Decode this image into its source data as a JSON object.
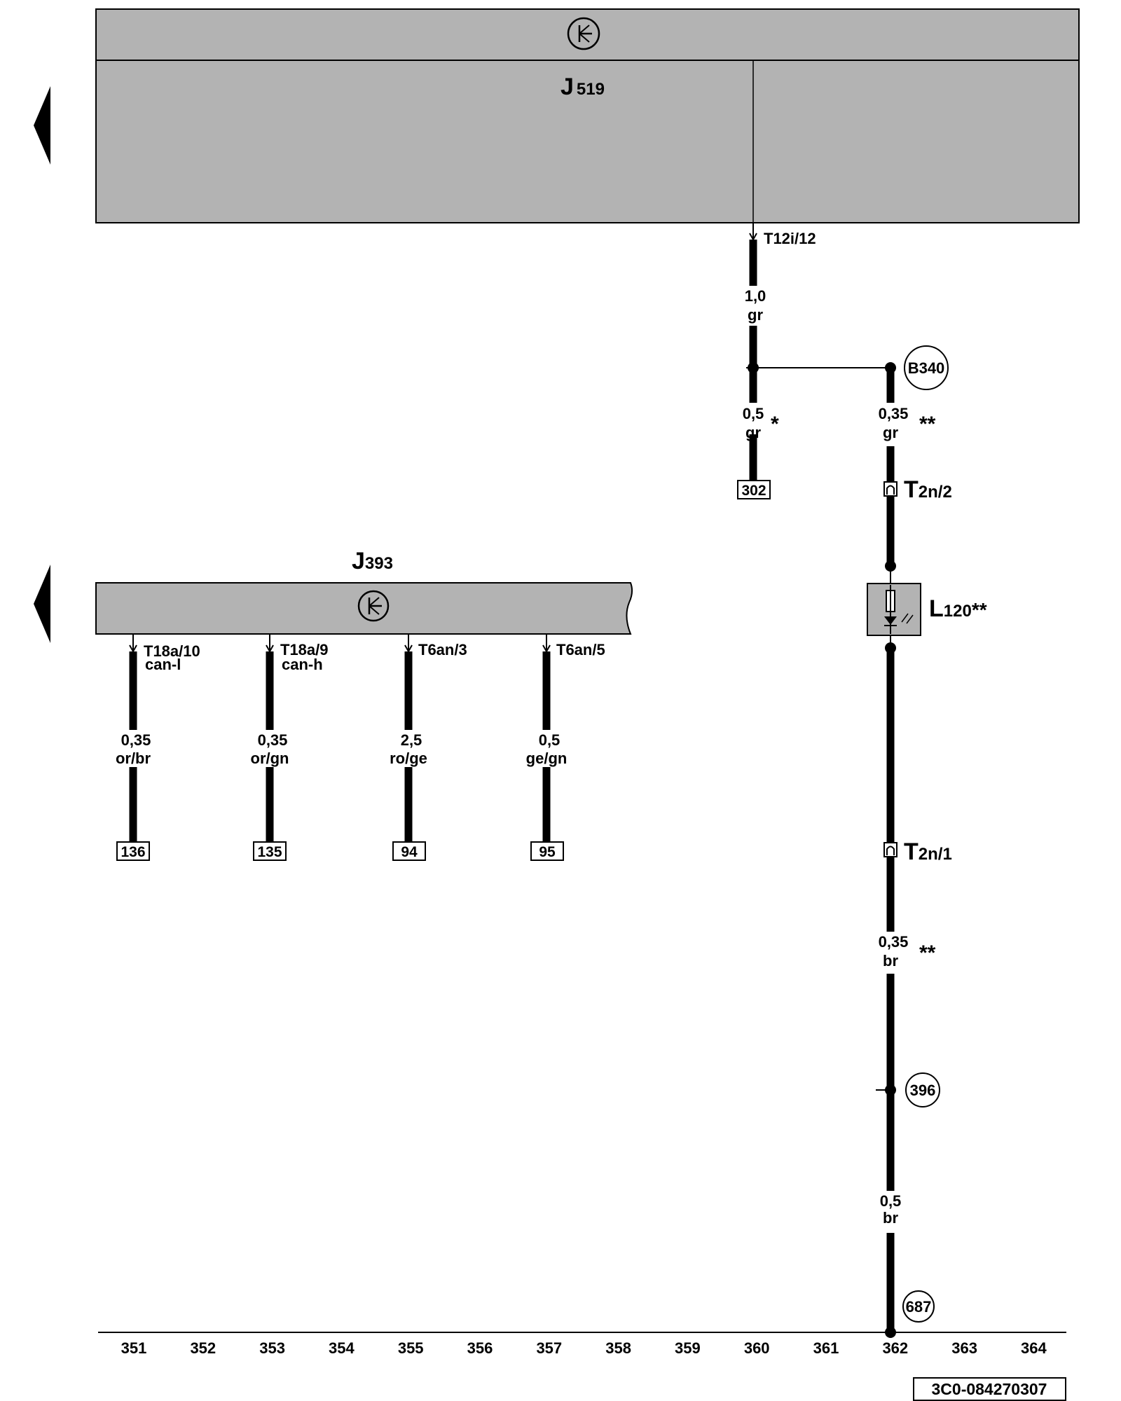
{
  "doc_id": "3C0-084270307",
  "components": {
    "j519": {
      "letter": "J",
      "number": "519",
      "connector": "T12i/12"
    },
    "j393": {
      "letter": "J",
      "number": "393"
    },
    "l120": {
      "letter": "L",
      "number": "120",
      "suffix": "**"
    }
  },
  "connectors": {
    "t2n2": {
      "letter": "T",
      "number": "2n/2"
    },
    "t2n1": {
      "letter": "T",
      "number": "2n/1"
    }
  },
  "wires": {
    "w_main": {
      "size": "1,0",
      "color": "gr"
    },
    "w_302": {
      "size": "0,5",
      "color": "gr",
      "mark": "*"
    },
    "w_b340": {
      "size": "0,35",
      "color": "gr",
      "mark": "**"
    },
    "w_br1": {
      "size": "0,35",
      "color": "br",
      "mark": "**"
    },
    "w_br2": {
      "size": "0,5",
      "color": "br"
    }
  },
  "can_wires": [
    {
      "pin": "T18a/10",
      "signal": "can-l",
      "size": "0,35",
      "color": "or/br",
      "ref": "136"
    },
    {
      "pin": "T18a/9",
      "signal": "can-h",
      "size": "0,35",
      "color": "or/gn",
      "ref": "135"
    },
    {
      "pin": "T6an/3",
      "signal": "",
      "size": "2,5",
      "color": "ro/ge",
      "ref": "94"
    },
    {
      "pin": "T6an/5",
      "signal": "",
      "size": "0,5",
      "color": "ge/gn",
      "ref": "95"
    }
  ],
  "refs": {
    "r302": "302"
  },
  "circle_refs": {
    "b340": "B340",
    "c396": "396",
    "c687": "687"
  },
  "bottom_scale": [
    "351",
    "352",
    "353",
    "354",
    "355",
    "356",
    "357",
    "358",
    "359",
    "360",
    "361",
    "362",
    "363",
    "364"
  ],
  "colors": {
    "module_fill": "#b3b3b3",
    "wire": "#000000"
  }
}
